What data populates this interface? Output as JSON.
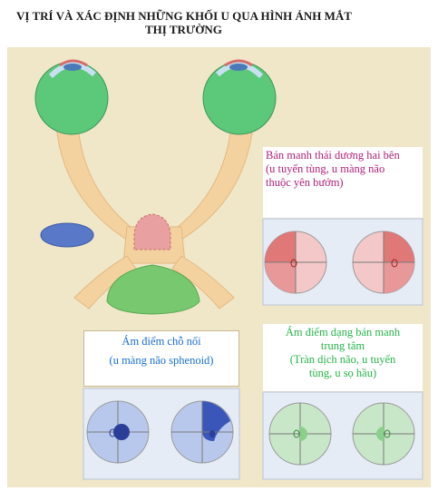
{
  "title": {
    "line1": "VỊ TRÍ VÀ XÁC ĐỊNH NHỮNG KHỐI U QUA HÌNH ẢNH  MẮT",
    "line2": "THỊ TRƯỜNG"
  },
  "captions": {
    "bitemporal": {
      "line1": "Bán manh thái dương hai bên",
      "line2": "(u tuyến tùng, u màng não",
      "line3": "thuộc yên bướm)"
    },
    "junctional": {
      "line1": "Ám điểm chỗ nối",
      "line2": "(u màng não sphenoid)"
    },
    "central": {
      "line1": "Ám điểm dạng bán manh",
      "line2": "trung tâm",
      "line3": "(Tràn dịch não, u tuyến",
      "line4": "tùng, u sọ hầu)"
    }
  },
  "colors": {
    "background": "#f0e6c8",
    "eye": "#5cc87a",
    "nerve": "#f4d2a0",
    "pink_lesion": "#e8a0a0",
    "blue_lesion": "#5a78c8",
    "green_lesion": "#78c870",
    "bitemporal_text": "#b0207a",
    "junctional_text": "#1a6ed0",
    "central_text": "#28b44a"
  }
}
